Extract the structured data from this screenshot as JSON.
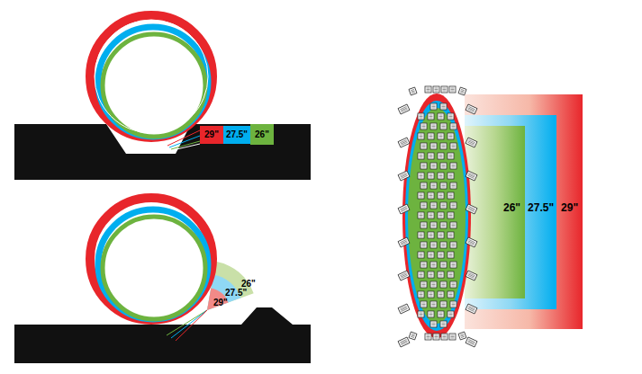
{
  "diagram": {
    "nodes": [
      {
        "text": [
          "29\""
        ]
      },
      {
        "text": [
          "27.5\""
        ]
      },
      {
        "text": [
          "26\""
        ]
      },
      {
        "text": [
          "29\""
        ]
      },
      {
        "text": [
          "27.5\""
        ],
        "in": 3
      },
      {
        "text": [
          "26\""
        ],
        "in": 4
      }
    ],
    "labels": [
      "26\"",
      "27.5\"",
      "29\""
    ]
  }
}
